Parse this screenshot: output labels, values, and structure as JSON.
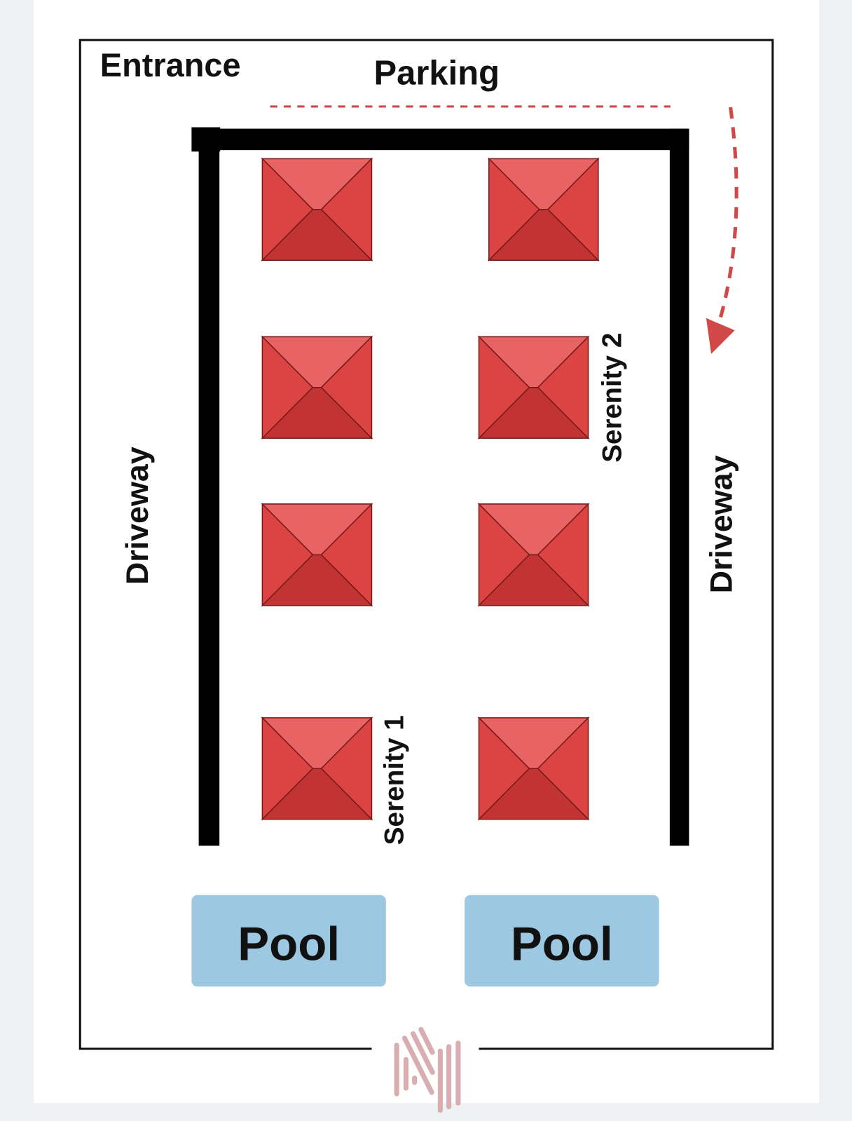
{
  "labels": {
    "entrance": "Entrance",
    "parking": "Parking",
    "driveway_left": "Driveway",
    "driveway_right": "Driveway",
    "serenity_1": "Serenity 1",
    "serenity_2": "Serenity 2"
  },
  "pools": [
    {
      "label": "Pool"
    },
    {
      "label": "Pool"
    }
  ],
  "houses_count": 8,
  "colors": {
    "background": "#eef0f4",
    "panel": "#ffffff",
    "wall": "#000000",
    "roof_top": "#e86464",
    "roof_side": "#dc4444",
    "roof_bottom": "#c23434",
    "roof_stroke": "#7a1a1a",
    "pool": "#9dc8e2",
    "path_arrow": "#d04848",
    "logo": "#d9aeb0"
  }
}
